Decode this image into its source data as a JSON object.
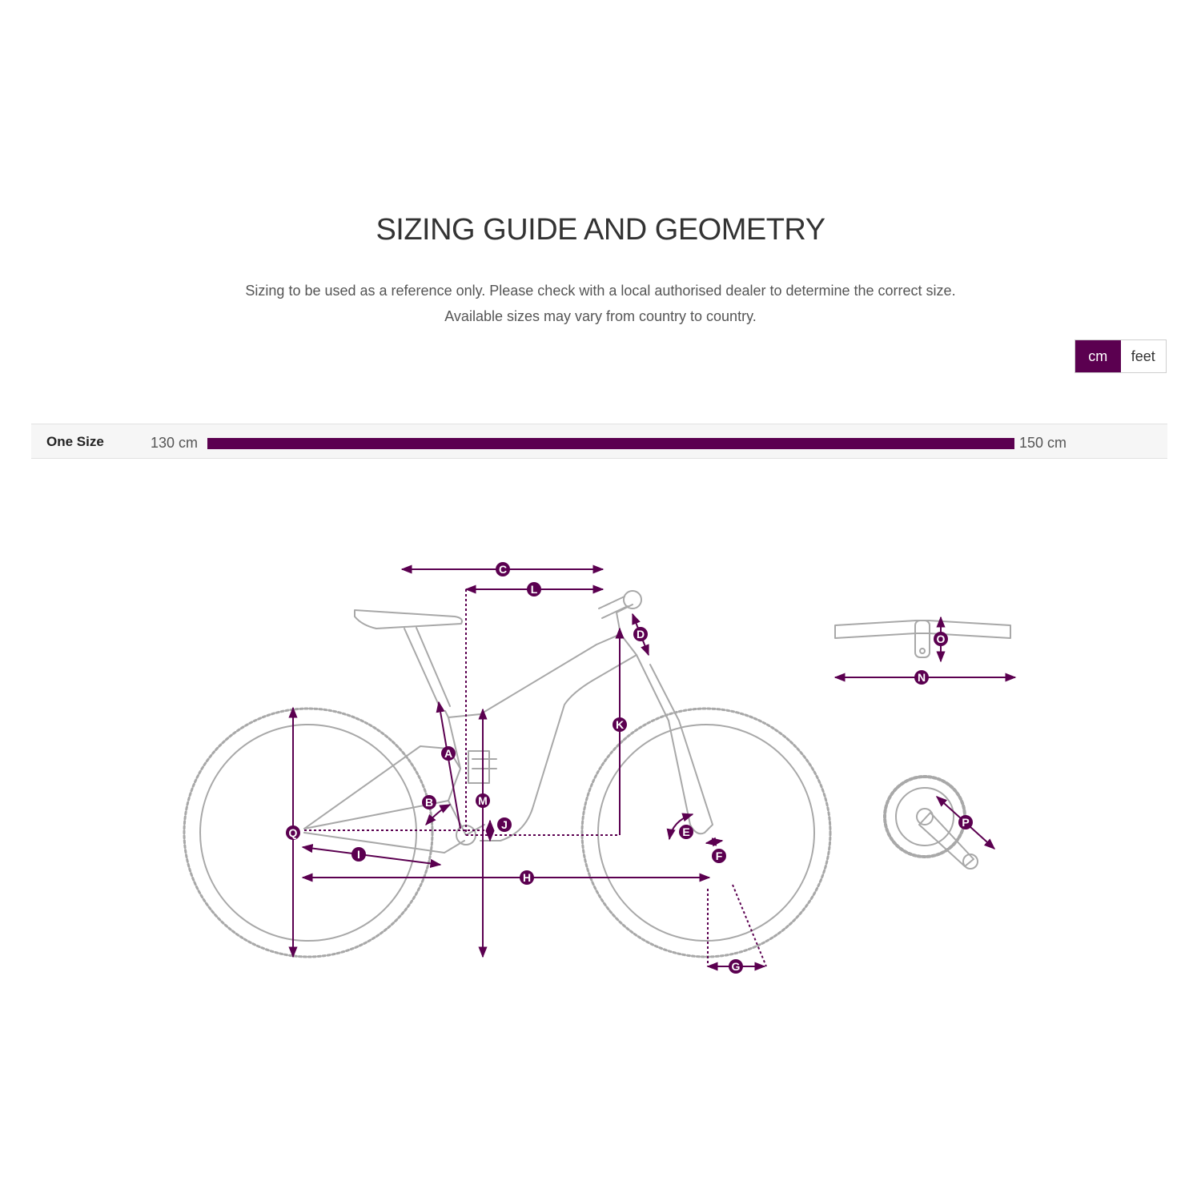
{
  "page": {
    "title": "SIZING GUIDE AND GEOMETRY",
    "subtitle_line1": "Sizing to be used as a reference only. Please check with a local authorised dealer to determine the correct size.",
    "subtitle_line2": "Available sizes may vary from country to country."
  },
  "units": {
    "cm_label": "cm",
    "feet_label": "feet",
    "selected": "cm"
  },
  "sizes": [
    {
      "name": "One Size",
      "min_label": "130 cm",
      "max_label": "150 cm"
    }
  ],
  "colors": {
    "accent": "#5b0050",
    "line": "#a8a8a8",
    "row_bg": "#f6f6f6"
  },
  "geometry_labels": {
    "A": "A",
    "B": "B",
    "C": "C",
    "D": "D",
    "E": "E",
    "F": "F",
    "G": "G",
    "H": "H",
    "I": "I",
    "J": "J",
    "K": "K",
    "L": "L",
    "M": "M",
    "N": "N",
    "O": "O",
    "P": "P",
    "Q": "Q"
  }
}
